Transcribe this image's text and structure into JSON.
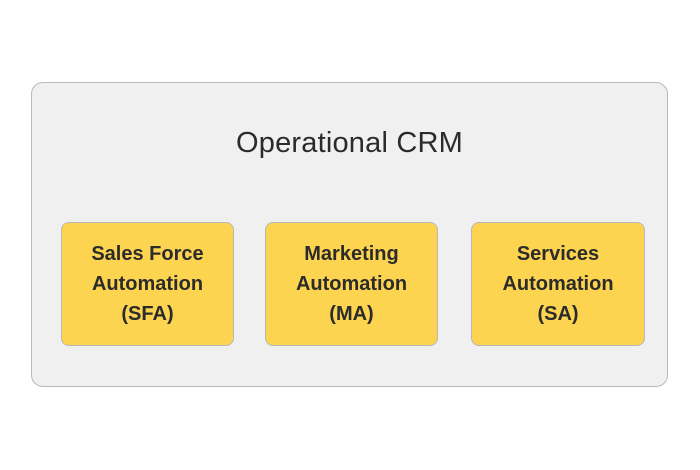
{
  "diagram": {
    "title": "Operational CRM",
    "boxes": [
      {
        "lines": [
          "Sales Force",
          "Automation",
          "(SFA)"
        ]
      },
      {
        "lines": [
          "Marketing",
          "Automation",
          "(MA)"
        ]
      },
      {
        "lines": [
          "Services",
          "Automation",
          "(SA)"
        ]
      }
    ],
    "colors": {
      "container_fill": "#f0f0f0",
      "container_border": "#b9b9b9",
      "box_fill": "#fcd44f",
      "box_border": "#b8b8b8",
      "text": "#2b2b2b"
    }
  }
}
